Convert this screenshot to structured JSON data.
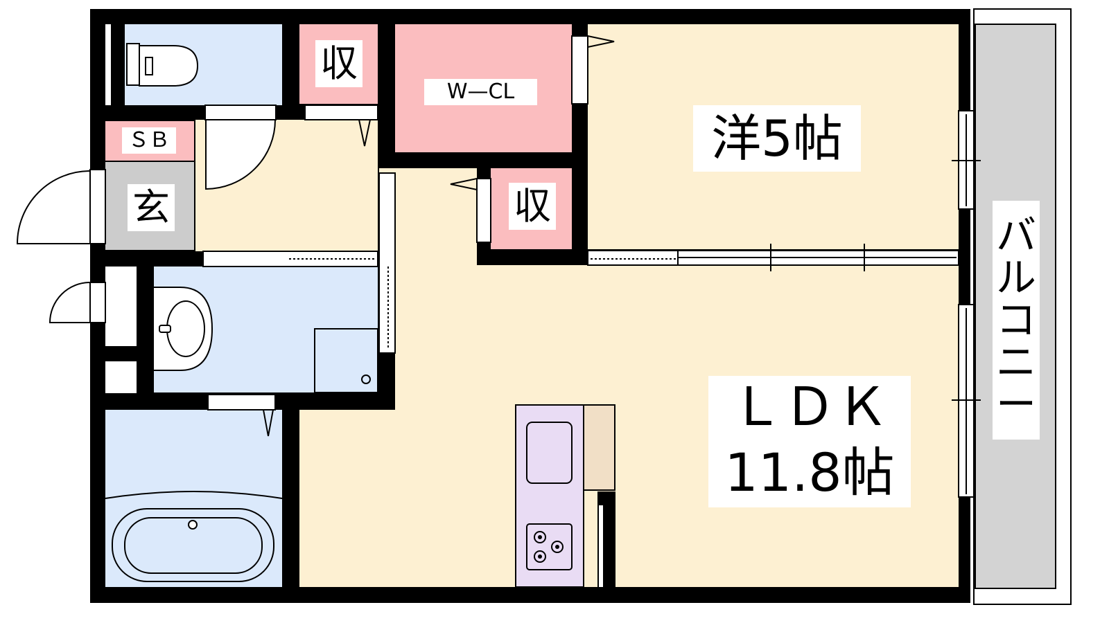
{
  "colors": {
    "wall": "#000000",
    "living": "#fdf0d2",
    "wet_area": "#dbe9fb",
    "storage": "#fbbdbf",
    "entrance": "#cccccc",
    "kitchen": "#e9dcf4",
    "counter": "#f1dfc6",
    "balcony": "#d3d3d3",
    "background": "#ffffff"
  },
  "rooms": {
    "western_room": {
      "name": "洋5帖"
    },
    "ldk": {
      "name": "ＬＤＫ",
      "area": "11.8帖"
    },
    "walk_in_closet": {
      "name": "W—CL"
    },
    "storage_top": {
      "name": "収"
    },
    "storage_middle": {
      "name": "収"
    },
    "shoe_box": {
      "name": "ＳＢ"
    },
    "entrance": {
      "name": "玄"
    },
    "balcony": {
      "name": "バルコニー",
      "chars": [
        "バ",
        "ル",
        "コ",
        "ニ",
        "ー"
      ]
    }
  },
  "fixtures": {
    "toilet": "toilet-icon",
    "washbasin": "washbasin-icon",
    "bathtub": "bathtub-icon",
    "kitchen_sink": "kitchen-sink-icon",
    "stove": "stove-burner-icon"
  }
}
